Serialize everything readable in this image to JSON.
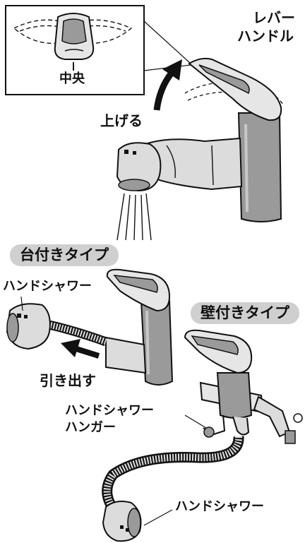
{
  "labels": {
    "center": "中央",
    "lever_handle_line1": "レバー",
    "lever_handle_line2": "ハンドル",
    "raise": "上げる",
    "hand_shower_top": "ハンドシャワー",
    "pull_out": "引き出す",
    "hanger_line1": "ハンドシャワー",
    "hanger_line2": "ハンガー",
    "hand_shower_bottom": "ハンドシャワー"
  },
  "badges": {
    "deck_type": "台付きタイプ",
    "wall_type": "壁付きタイプ"
  },
  "colors": {
    "badge_fill": "#cfcfcf",
    "faucet_body": "#9a9a9a",
    "faucet_light": "#dcdcdc",
    "outline": "#111111"
  }
}
